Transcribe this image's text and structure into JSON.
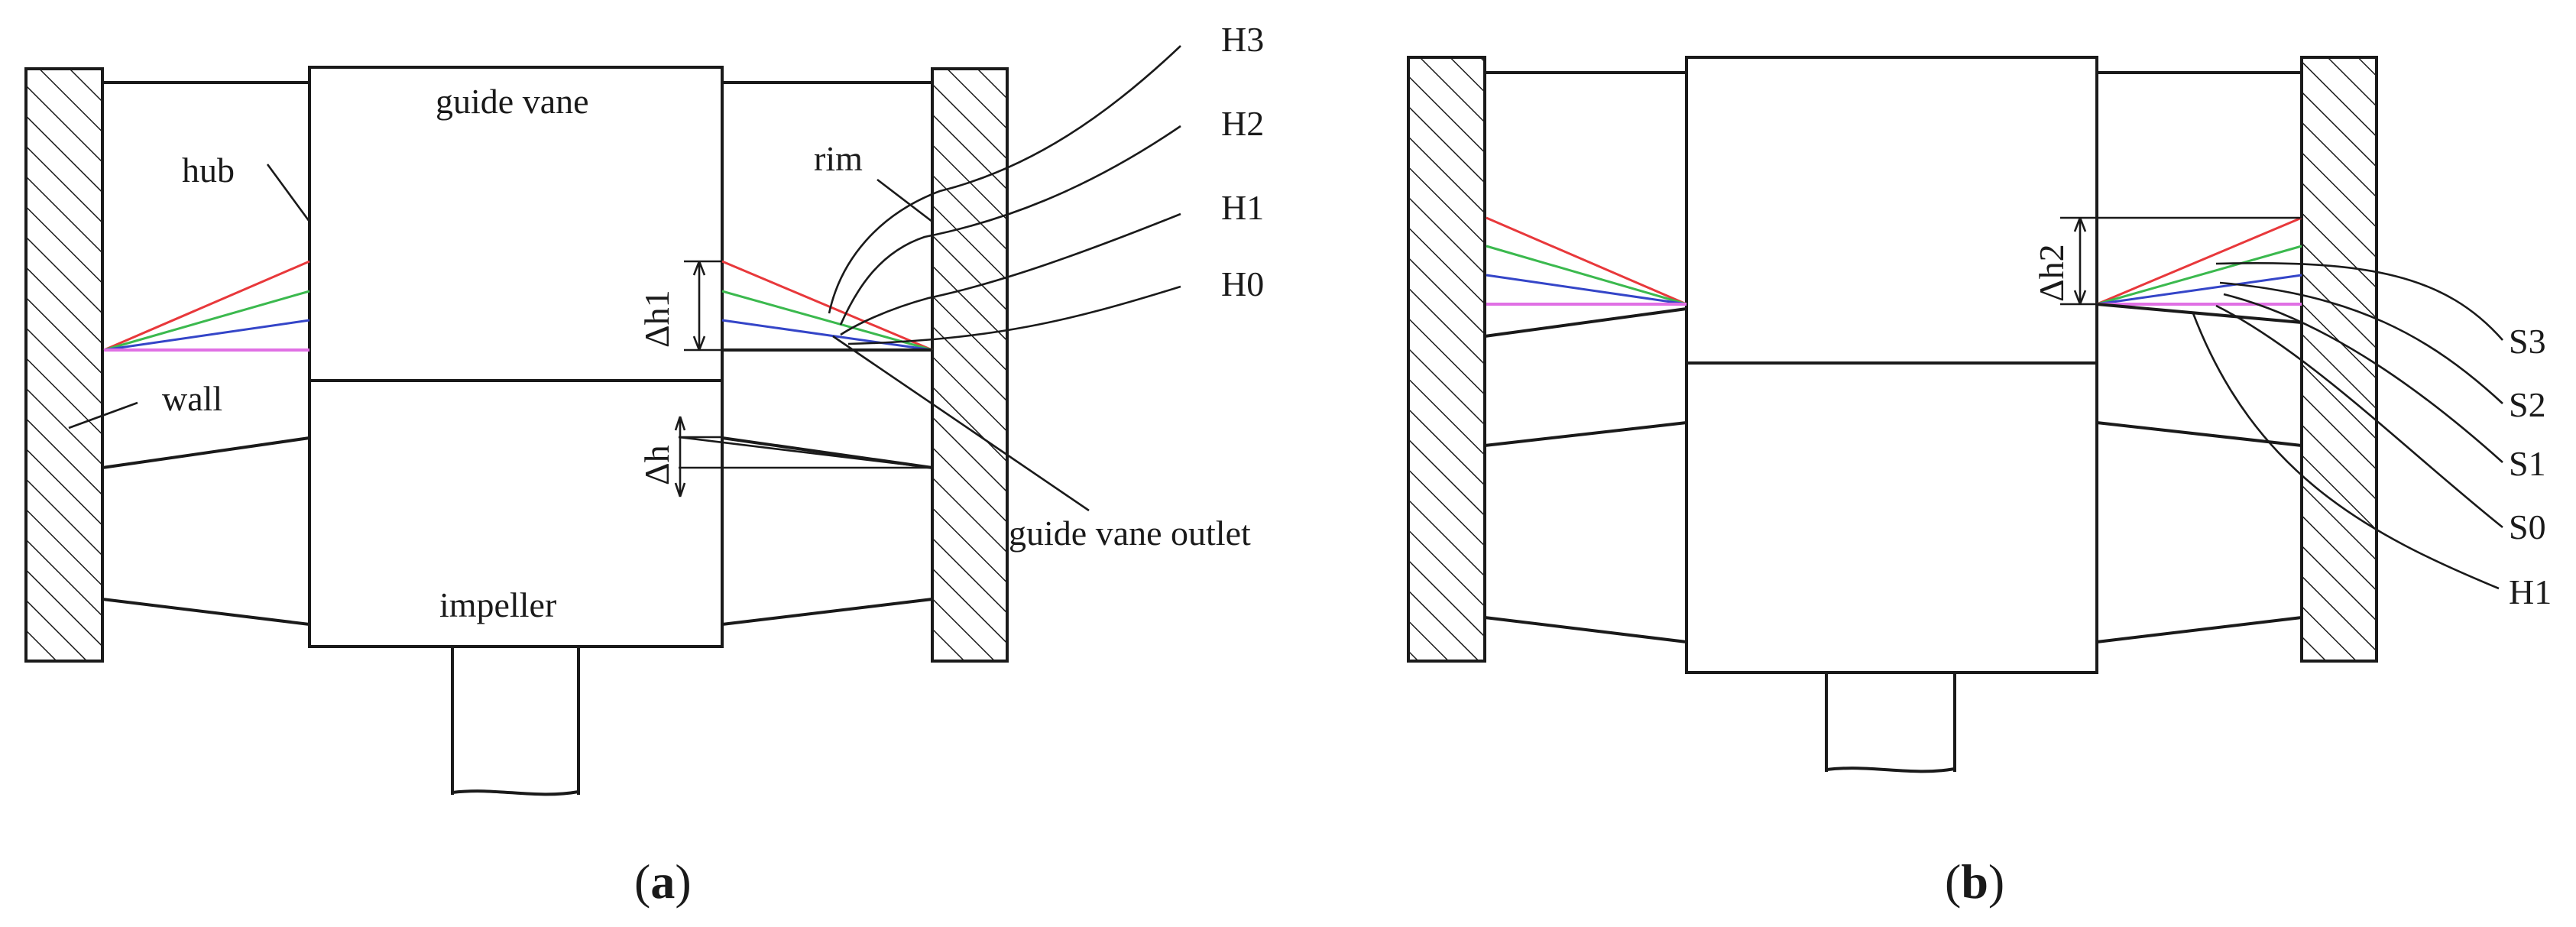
{
  "colors": {
    "stroke": "#1a1a1a",
    "red": "#e8383b",
    "green": "#3bb94e",
    "blue": "#3445c8",
    "magenta": "#e070e4",
    "background": "#ffffff"
  },
  "panel_a": {
    "caption_open": "(",
    "caption_letter": "a",
    "caption_close": ")",
    "labels": {
      "guide_vane": "guide vane",
      "hub": "hub",
      "rim": "rim",
      "wall": "wall",
      "impeller": "impeller",
      "guide_vane_outlet": "guide vane outlet",
      "dh1": "Δh1",
      "dh": "Δh",
      "h3": "H3",
      "h2": "H2",
      "h1": "H1",
      "h0": "H0"
    }
  },
  "panel_b": {
    "caption_open": "(",
    "caption_letter": "b",
    "caption_close": ")",
    "labels": {
      "dh2": "Δh2",
      "s3": "S3",
      "s2": "S2",
      "s1": "S1",
      "s0": "S0",
      "h1": "H1"
    }
  }
}
